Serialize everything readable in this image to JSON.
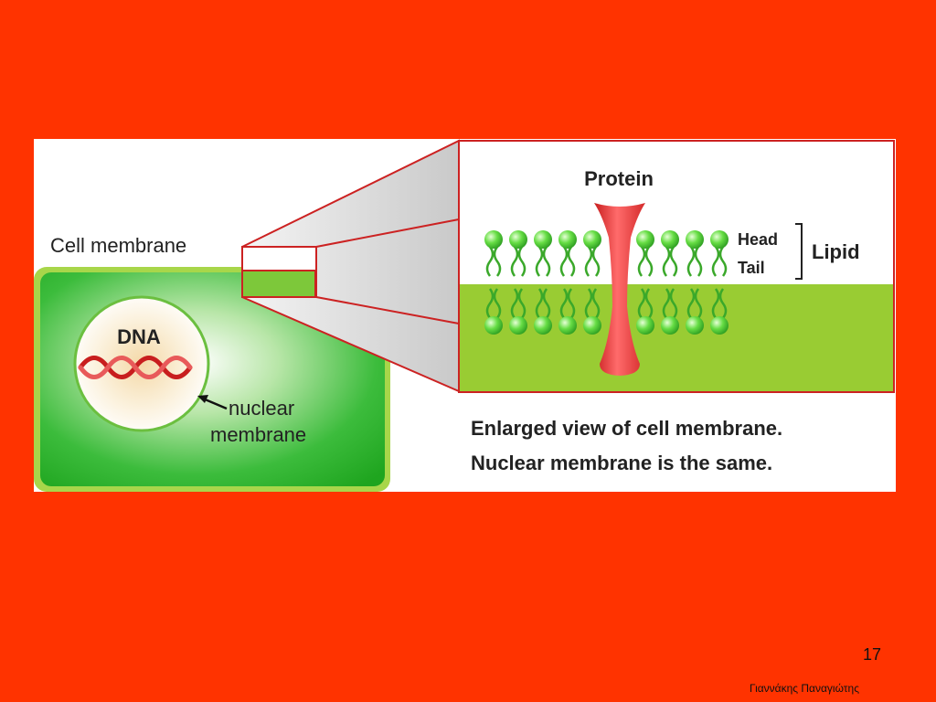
{
  "diagram": {
    "cell_membrane_label": "Cell membrane",
    "dna_label": "DNA",
    "nuclear_membrane_label_line1": "nuclear",
    "nuclear_membrane_label_line2": "membrane",
    "protein_label": "Protein",
    "head_label": "Head",
    "tail_label": "Tail",
    "lipid_label": "Lipid",
    "caption_line1": "Enlarged view of cell membrane.",
    "caption_line2": "Nuclear membrane is the same."
  },
  "colors": {
    "background": "#ff3300",
    "cell_green": "#33b833",
    "membrane_band": "#99cc33",
    "protein_red": "#ee3b3b",
    "lipid_head": "#66dd44",
    "zoom_outline": "#cc2222"
  },
  "footer": {
    "slide_number": "17",
    "author": "Γιαννάκης Παναγιώτης"
  }
}
